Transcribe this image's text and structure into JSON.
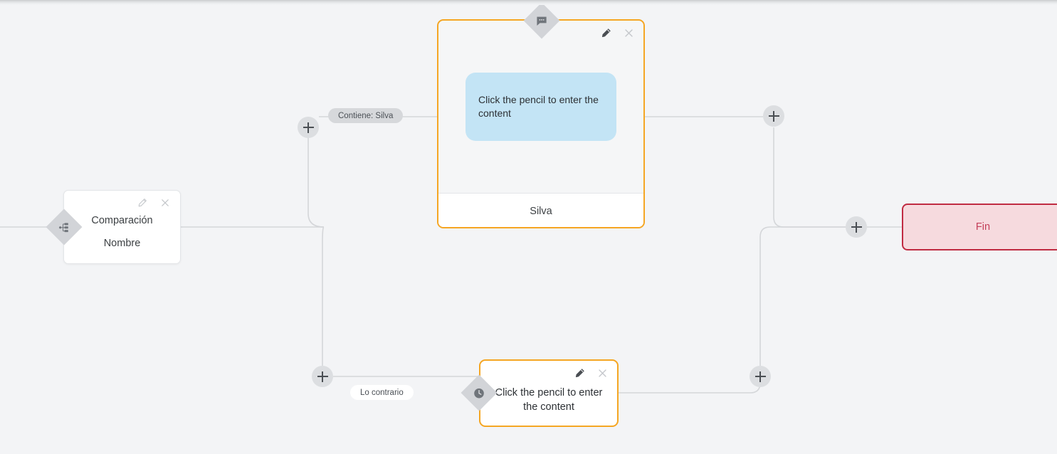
{
  "canvas": {
    "background": "#f3f4f6",
    "accent_orange": "#f5a623",
    "accent_red": "#c02b42",
    "bubble_blue": "#c3e4f5",
    "edge_color": "#d4d6d9"
  },
  "nodes": {
    "comparacion": {
      "title": "Comparación",
      "subtitle": "Nombre",
      "badge_icon": "branch-split-icon",
      "edit_label": "pencil-icon",
      "close_label": "close-icon"
    },
    "message_top": {
      "badge_icon": "message-bubble-icon",
      "bubble_text": "Click the pencil to enter the content",
      "footer_label": "Silva",
      "edit_label": "pencil-icon",
      "close_label": "close-icon"
    },
    "message_bottom": {
      "badge_icon": "clock-icon",
      "bubble_text": "Click the pencil to enter the content",
      "edit_label": "pencil-icon",
      "close_label": "close-icon"
    },
    "fin": {
      "label": "Fin"
    }
  },
  "edge_labels": {
    "contiene": "Contiene: Silva",
    "contrario": "Lo contrario"
  },
  "plus_buttons": [
    {
      "name": "add-node-after-branch-true",
      "label": "+"
    },
    {
      "name": "add-node-after-branch-false",
      "label": "+"
    },
    {
      "name": "add-node-after-message-top",
      "label": "+"
    },
    {
      "name": "add-node-before-fin",
      "label": "+"
    },
    {
      "name": "add-node-after-message-bottom",
      "label": "+"
    }
  ]
}
